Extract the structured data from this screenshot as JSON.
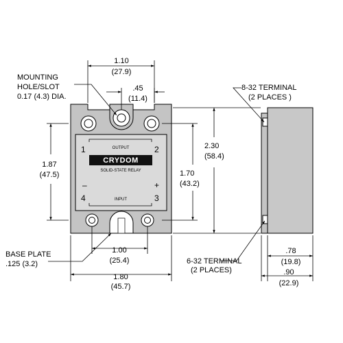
{
  "colors": {
    "plate": "#c4c4c4",
    "face": "#dadada",
    "side": "#c8c8c8",
    "brand_bg": "#111111",
    "line": "#000000"
  },
  "labels": {
    "mounting_line1": "MOUNTING",
    "mounting_line2": "HOLE/SLOT",
    "mounting_line3": "0.17 (4.3) DIA.",
    "width_top_in": "1.10",
    "width_top_mm": "(27.9)",
    "hole_offset_in": ".45",
    "hole_offset_mm": "(11.4)",
    "terminal_832_line1": "8-32 TERMINAL",
    "terminal_832_line2": "(2 PLACES )",
    "height_left_in": "1.87",
    "height_left_mm": "(47.5)",
    "height_overall_in": "2.30",
    "height_overall_mm": "(58.4)",
    "height_inner_in": "1.70",
    "height_inner_mm": "(43.2)",
    "base_plate_line1": "BASE PLATE",
    "base_plate_line2": ".125 (3.2)",
    "hole_spacing_in": "1.00",
    "hole_spacing_mm": "(25.4)",
    "width_overall_in": "1.80",
    "width_overall_mm": "(45.7)",
    "terminal_632_line1": "6-32  TERMINAL",
    "terminal_632_line2": "(2 PLACES)",
    "depth_body_in": ".78",
    "depth_body_mm": "(19.8)",
    "depth_overall_in": ".90",
    "depth_overall_mm": "(22.9)"
  },
  "relay": {
    "output_label": "OUTPUT",
    "input_label": "INPUT",
    "pin_1": "1",
    "pin_2": "2",
    "pin_3": "3",
    "pin_4": "4",
    "minus": "–",
    "plus": "+",
    "brand": "CRYDOM",
    "subtitle": "SOLID-STATE RELAY"
  }
}
